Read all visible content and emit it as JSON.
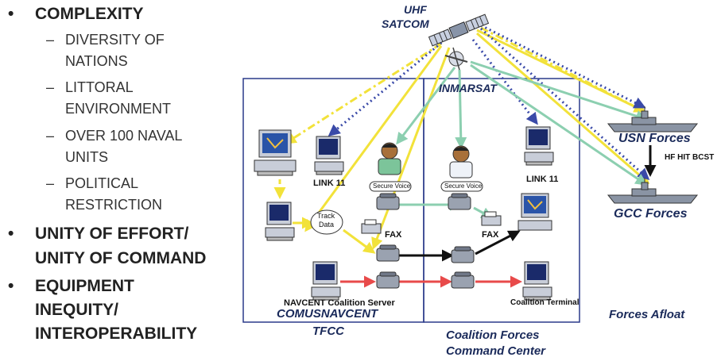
{
  "bullets": {
    "complexity": "COMPLEXITY",
    "sub": [
      "DIVERSITY OF",
      "NATIONS",
      "LITTORAL",
      "ENVIRONMENT",
      "OVER 100 NAVAL",
      "UNITS",
      "POLITICAL",
      "RESTRICTION"
    ],
    "unity_1": "UNITY OF EFFORT/",
    "unity_2": "UNITY OF COMMAND",
    "equip_1": "EQUIPMENT",
    "equip_2": "INEQUITY/",
    "equip_3": "INTEROPERABILITY",
    "bullet_char": "•",
    "dash_char": "–"
  },
  "diagram": {
    "uhf_1": "UHF",
    "uhf_2": "SATCOM",
    "inmarsat": "INMARSAT",
    "usn": "USN Forces",
    "hf": "HF HIT BCST",
    "gcc": "GCC Forces",
    "link11_left": "LINK 11",
    "link11_right": "LINK 11",
    "secure_left": "Secure Voice",
    "secure_right": "Secure Voice",
    "track_1": "Track",
    "track_2": "Data",
    "fax_left": "FAX",
    "fax_right": "FAX",
    "navcent": "NAVCENT Coalition Server",
    "coalition_terminal": "Coalition Terminal",
    "comusnavcent": "COMUSNAVCENT",
    "tfcc": "TFCC",
    "cfcc_1": "Coalition Forces",
    "cfcc_2": "Command Center",
    "afloat": "Forces Afloat"
  },
  "colors": {
    "box_border": "#2a3a8a",
    "yellow_link": "#f2e23a",
    "blue_link": "#3a4aa8",
    "green_link": "#8ccfb0",
    "red_link": "#e84a4a",
    "black_link": "#111111",
    "label_navy": "#1a2a5a"
  }
}
